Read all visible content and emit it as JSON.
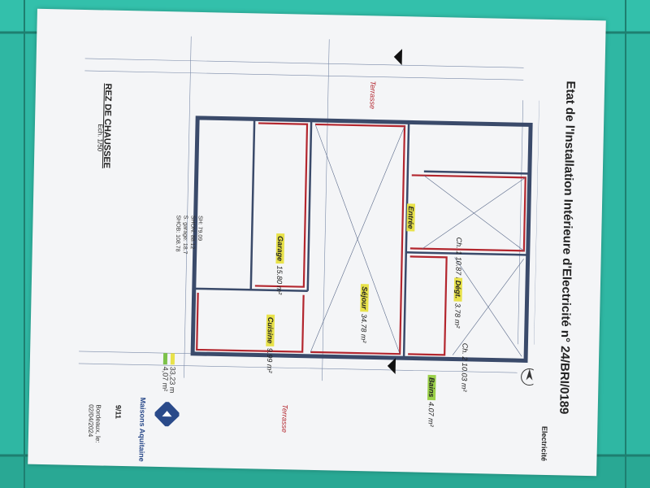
{
  "title": "Etat de l'Installation Intérieure d'Electricité n° 24/BRI/0189",
  "plan_title": "REZ DE CHAUSSEE",
  "scale": "Ech. 1/50",
  "brand": "Electricité",
  "company": "Maisons Aquitaine",
  "date_label": "Bordeaux, le:",
  "date": "02/04/2024",
  "page_number": "9/11",
  "rooms": [
    {
      "name": "Entrée",
      "area": "",
      "highlight": "#e8e24a"
    },
    {
      "name": "Ch. 1",
      "area": "10.87 m²",
      "highlight": ""
    },
    {
      "name": "Dégt.",
      "area": "3.78 m²",
      "highlight": "#e8e24a"
    },
    {
      "name": "Ch. 2",
      "area": "10.03 m²",
      "highlight": ""
    },
    {
      "name": "Séjour",
      "area": "34.78 m²",
      "highlight": "#e8e24a"
    },
    {
      "name": "Cuisine",
      "area": "9.99 m²",
      "highlight": "#e8e24a"
    },
    {
      "name": "Garage",
      "area": "15.80 m²",
      "highlight": "#e8e24a"
    },
    {
      "name": "Bains",
      "area": "4.07 m²",
      "highlight": "#9bd14a"
    },
    {
      "name": "Terrasse",
      "area": "",
      "highlight": ""
    },
    {
      "name": "Terrasse",
      "area": "",
      "highlight": ""
    }
  ],
  "surfaces": {
    "sh": "SH: 79.09",
    "shon": "SHON: 88.12",
    "garage": "S. garage: 18.7",
    "shob": "SHOB: 108.78"
  },
  "legend": [
    {
      "label": "33,23 m",
      "color": "#e8e24a"
    },
    {
      "label": "4,07 m²",
      "color": "#7cc24a"
    }
  ],
  "colors": {
    "wood": "#2fb7a3",
    "paper": "#f4f5f7",
    "wall": "#b3262e",
    "plan_ink": "#3a4a6a"
  }
}
